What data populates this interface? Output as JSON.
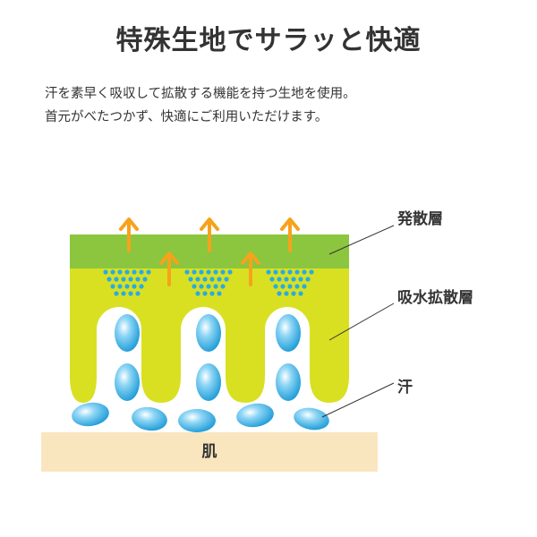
{
  "title": "特殊生地でサラッと快適",
  "description": {
    "line1": "汗を素早く吸収して拡散する機能を持つ生地を使用。",
    "line2": "首元がべたつかず、快適にご利用いただけます。"
  },
  "labels": {
    "evaporation_layer": "発散層",
    "absorption_layer": "吸水拡散層",
    "sweat": "汗",
    "skin": "肌"
  },
  "colors": {
    "evaporation_layer": "#8cc63f",
    "absorption_layer": "#d9e021",
    "skin": "#f9e6bf",
    "arrow": "#f7a21b",
    "droplet": "#29abe2",
    "dots": "#29abe2"
  }
}
